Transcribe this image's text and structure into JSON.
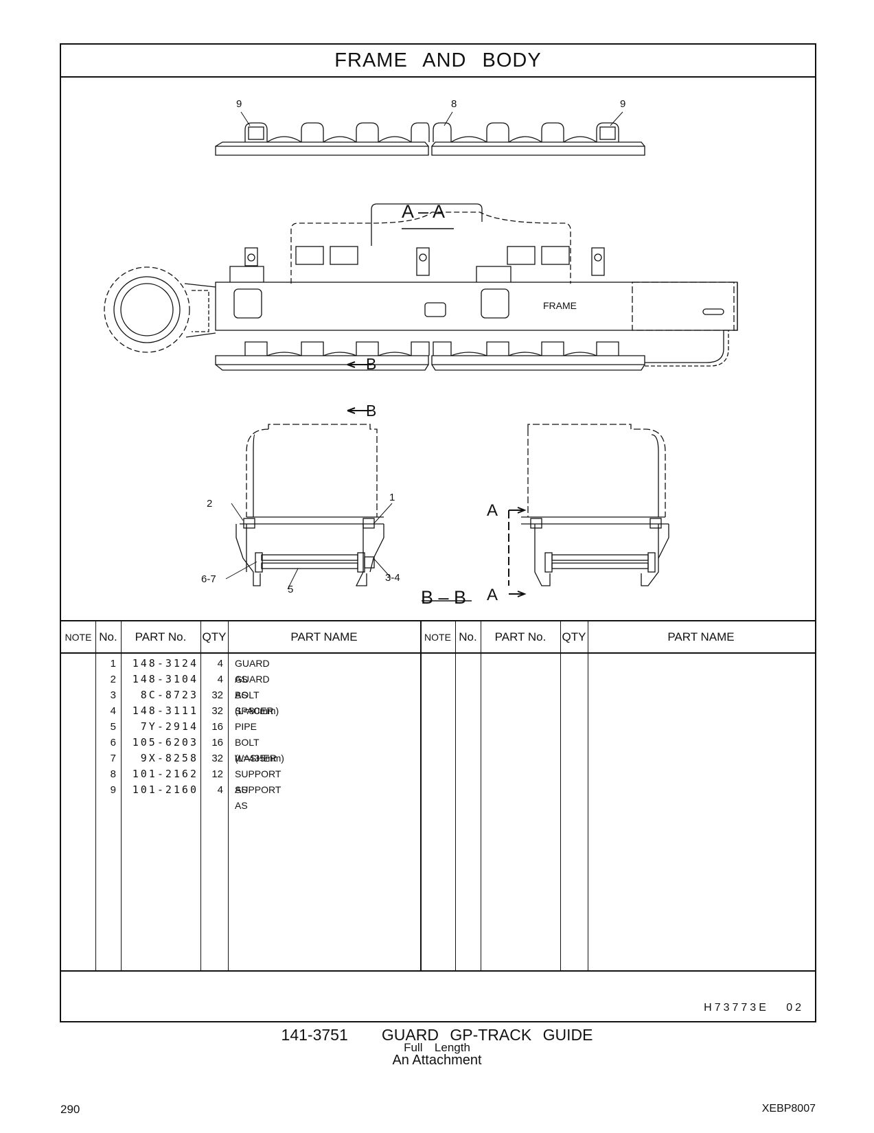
{
  "header": {
    "title": "FRAME AND BODY"
  },
  "drawing": {
    "callouts": [
      "9",
      "8",
      "9",
      "1",
      "2",
      "6-7",
      "5",
      "3-4"
    ],
    "section_aa": "A – A",
    "section_bb": "B – B",
    "frame_label": "FRAME",
    "section_marker_b": "B",
    "section_marker_a": "A"
  },
  "table": {
    "headers": {
      "note": "NOTE",
      "no": "No.",
      "part_no": "PART No.",
      "qty": "QTY",
      "part_name": "PART NAME"
    },
    "rows": [
      {
        "no": "1",
        "part_no": "148-3124",
        "qty": "4",
        "name": "GUARD  AS"
      },
      {
        "no": "2",
        "part_no": "148-3104",
        "qty": "4",
        "name": "GUARD  AS"
      },
      {
        "no": "3",
        "part_no": "8C-8723",
        "qty": "32",
        "name": "BOLT (L=80mm)"
      },
      {
        "no": "4",
        "part_no": "148-3111",
        "qty": "32",
        "name": "SPACER"
      },
      {
        "no": "5",
        "part_no": "7Y-2914",
        "qty": "16",
        "name": "PIPE"
      },
      {
        "no": "6",
        "part_no": "105-6203",
        "qty": "16",
        "name": "BOLT (L=435mm)"
      },
      {
        "no": "7",
        "part_no": "9X-8258",
        "qty": "32",
        "name": "WASHER"
      },
      {
        "no": "8",
        "part_no": "101-2162",
        "qty": "12",
        "name": "SUPPORT  AS"
      },
      {
        "no": "9",
        "part_no": "101-2160",
        "qty": "4",
        "name": "SUPPORT  AS"
      }
    ]
  },
  "footer": {
    "drawing_code": "H73773E   02"
  },
  "caption": {
    "line1": "141-3751   GUARD GP-TRACK GUIDE",
    "line2": "Full  Length",
    "line3": "An Attachment"
  },
  "page": {
    "number": "290",
    "doc_id": "XEBP8007"
  }
}
